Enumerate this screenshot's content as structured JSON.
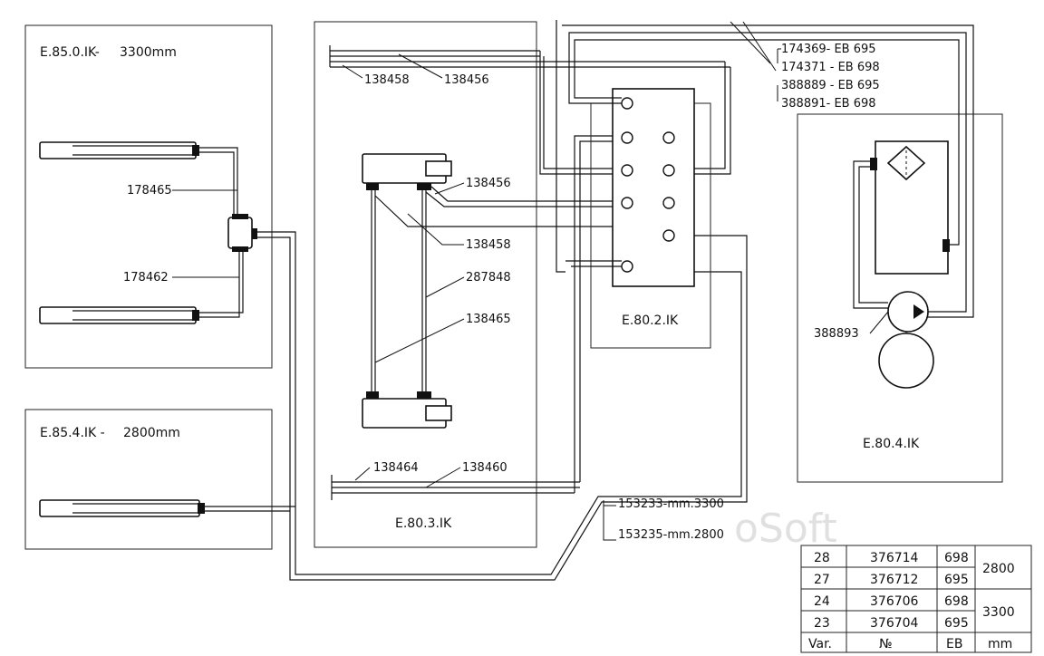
{
  "units": {
    "e850": "E.85.0.IK-",
    "e850_len": "3300mm",
    "e854": "E.85.4.IK -",
    "e854_len": "2800mm",
    "e803": "E.80.3.IK",
    "e802": "E.80.2.IK",
    "e804": "E.80.4.IK"
  },
  "parts": {
    "p178465": "178465",
    "p178462": "178462",
    "p138458_top": "138458",
    "p138456_top": "138456",
    "p138456_mid": "138456",
    "p138458_mid": "138458",
    "p287848": "287848",
    "p138465": "138465",
    "p138464": "138464",
    "p138460": "138460",
    "p174369": "174369- EB 695",
    "p174371": "174371 - EB 698",
    "p388889": "388889 - EB 695",
    "p388891": "388891- EB 698",
    "p388893": "388893",
    "p153233": "153233-mm.3300",
    "p153235": "153235-mm.2800"
  },
  "watermark": "oSoft",
  "table": {
    "headers": [
      "Var.",
      "№",
      "EB",
      "mm"
    ],
    "rows": [
      {
        "var": "28",
        "no": "376714",
        "eb": "698"
      },
      {
        "var": "27",
        "no": "376712",
        "eb": "695"
      },
      {
        "var": "24",
        "no": "376706",
        "eb": "698"
      },
      {
        "var": "23",
        "no": "376704",
        "eb": "695"
      }
    ],
    "mm_groups": [
      "2800",
      "3300"
    ]
  }
}
